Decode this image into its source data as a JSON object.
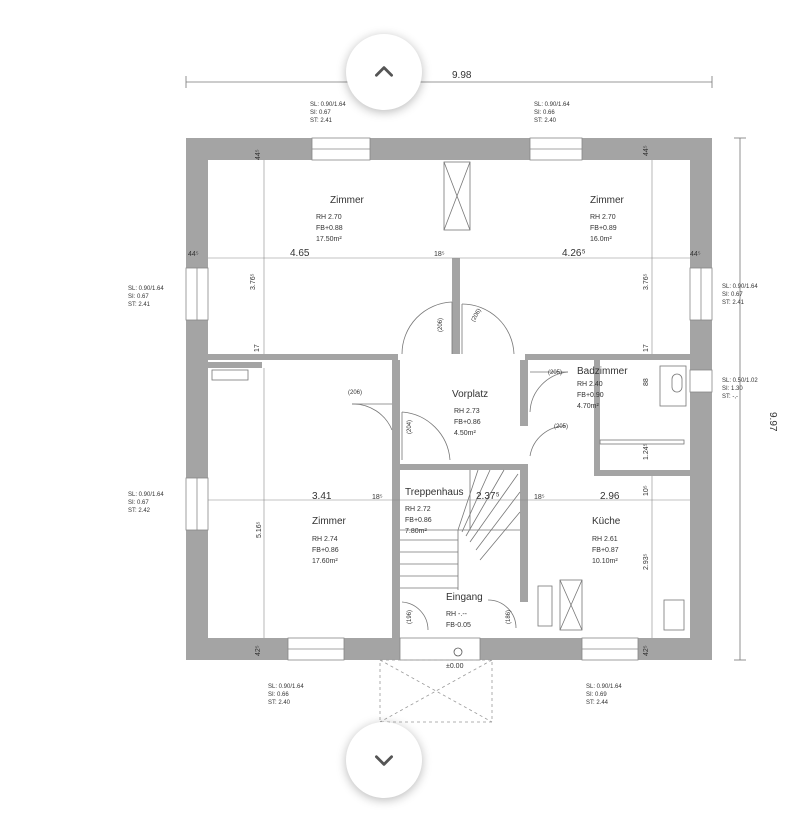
{
  "plan": {
    "overall_width": "9.98",
    "overall_height": "9.97",
    "rooms": {
      "zimmer_nw": {
        "name": "Zimmer",
        "rh": "RH 2.70",
        "fb": "FB+0.88",
        "area": "17.50m²"
      },
      "zimmer_ne": {
        "name": "Zimmer",
        "rh": "RH 2.70",
        "fb": "FB+0.89",
        "area": "16.0m²"
      },
      "vorplatz": {
        "name": "Vorplatz",
        "rh": "RH 2.73",
        "fb": "FB+0.86",
        "area": "4.50m²"
      },
      "bad": {
        "name": "Badzimmer",
        "rh": "RH 2.40",
        "fb": "FB+0.90",
        "area": "4.70m²"
      },
      "zimmer_sw": {
        "name": "Zimmer",
        "rh": "RH 2.74",
        "fb": "FB+0.86",
        "area": "17.60m²"
      },
      "treppenhaus": {
        "name": "Treppenhaus",
        "rh": "RH 2.72",
        "fb": "FB+0.86",
        "area": "7.80m²"
      },
      "kueche": {
        "name": "Küche",
        "rh": "RH 2.61",
        "fb": "FB+0.87",
        "area": "10.10m²"
      },
      "eingang": {
        "name": "Eingang",
        "rh": "RH -.--",
        "fb": "FB-0.05"
      }
    },
    "dims": {
      "d_465": "4.65",
      "d_426": "4.26⁵",
      "d_185_top": "18⁵",
      "d_376_l": "3.76⁵",
      "d_376_r": "3.76⁵",
      "d_44_tl": "44⁵",
      "d_44_tr": "44⁵",
      "d_44_l": "44⁵",
      "d_44_r": "44⁵",
      "d_17_l": "17",
      "d_17_r": "17",
      "d_341": "3.41",
      "d_185_m1": "18⁵",
      "d_237": "2.37⁵",
      "d_185_m2": "18⁵",
      "d_296": "2.96",
      "d_516": "5.16⁵",
      "d_293": "2.93⁵",
      "d_124": "1.24⁵",
      "d_88": "88",
      "d_10": "10⁵",
      "d_42_bl": "42⁵",
      "d_42_br": "42⁵",
      "elev_zero": "±0.00"
    },
    "door_widths": {
      "w206_a": "(206)",
      "w206_b": "(206)",
      "w206_c": "(206)",
      "w205_a": "(205)",
      "w205_b": "(205)",
      "w204": "(204)",
      "w196": "(196)",
      "w186": "(186)"
    },
    "windows": {
      "top_left": [
        "SL: 0.90/1.64",
        "SI: 0.67",
        "ST: 2.41"
      ],
      "top_right": [
        "SL: 0.90/1.64",
        "SI: 0.66",
        "ST: 2.40"
      ],
      "left_top": [
        "SL: 0.90/1.64",
        "SI: 0.67",
        "ST: 2.41"
      ],
      "right_top": [
        "SL: 0.90/1.64",
        "SI: 0.67",
        "ST: 2.41"
      ],
      "right_bad": [
        "SL: 0.50/1.02",
        "SI: 1.30",
        "ST: -,-"
      ],
      "left_bottom": [
        "SL: 0.90/1.64",
        "SI: 0.67",
        "ST: 2.42"
      ],
      "bottom_left": [
        "SL: 0.90/1.64",
        "SI: 0.66",
        "ST: 2.40"
      ],
      "bottom_right": [
        "SL: 0.90/1.64",
        "SI: 0.69",
        "ST: 2.44"
      ]
    }
  },
  "nav": {
    "up_icon": "chevron-up-icon",
    "down_icon": "chevron-down-icon"
  }
}
